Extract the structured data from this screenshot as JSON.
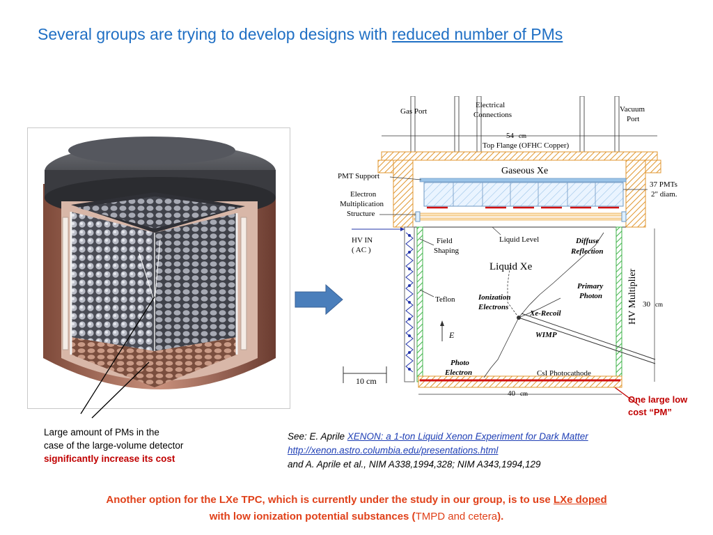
{
  "title": {
    "prefix": "Several groups are trying to develop designs with ",
    "link": "reduced number of PMs"
  },
  "left_caption": {
    "line1": "Large amount of PMs in the",
    "line2": "case of the large-volume detector",
    "line3": "significantly increase its cost"
  },
  "tpc": {
    "gas_port": "Gas Port",
    "electrical1": "Electrical",
    "electrical2": "Connections",
    "vacuum1": "Vacuum",
    "vacuum2": "Port",
    "dim54": "54",
    "dim_cm": "cm",
    "top_flange": "Top Flange (OFHC Copper)",
    "pmt_support": "PMT Support",
    "gaseous": "Gaseous Xe",
    "pmts1": "37 PMTs",
    "pmts2": "2\" diam.",
    "electron1": "Electron",
    "electron2": "Multiplication",
    "electron3": "Structure",
    "hv_in1": "HV IN",
    "hv_in2": "( AC )",
    "field1": "Field",
    "field2": "Shaping",
    "liquid_level": "Liquid Level",
    "diffuse1": "Diffuse",
    "diffuse2": "Reflection",
    "liquid_xe": "Liquid Xe",
    "hv_multiplier": "HV Multiplier",
    "primary1": "Primary",
    "primary2": "Photon",
    "ionization1": "Ionization",
    "ionization2": "Electrons",
    "teflon": "Teflon",
    "xe_recoil": "Xe-Recoil",
    "dim30": "30",
    "wimp": "WIMP",
    "e_field": "E",
    "photo1": "Photo",
    "photo2": "Electron",
    "csi": "CsI Photocathode",
    "scale": "10 cm",
    "dim40": "40"
  },
  "one_low": {
    "line1": "One large low",
    "line2": "cost “PM”"
  },
  "refs": {
    "see": "See: E. Aprile ",
    "link1": "XENON: a 1-ton Liquid Xenon Experiment for Dark Matter",
    "url": "http://xenon.astro.columbia.edu/presentations.html",
    "line3": "and A. Aprile et al., NIM A338,1994,328; NIM A343,1994,129"
  },
  "bottom": {
    "part1": "Another option for the LXe TPC, which is currently under the study in our group, is to use ",
    "link": "LXe doped",
    "part2": "with low ionization potential substances (",
    "plain": "TMPD and cetera",
    "part3": ")."
  },
  "colors": {
    "title_blue": "#1f6fc4",
    "red": "#c00000",
    "orange_red": "#e0411a",
    "arrow_blue": "#4a7ebb"
  }
}
